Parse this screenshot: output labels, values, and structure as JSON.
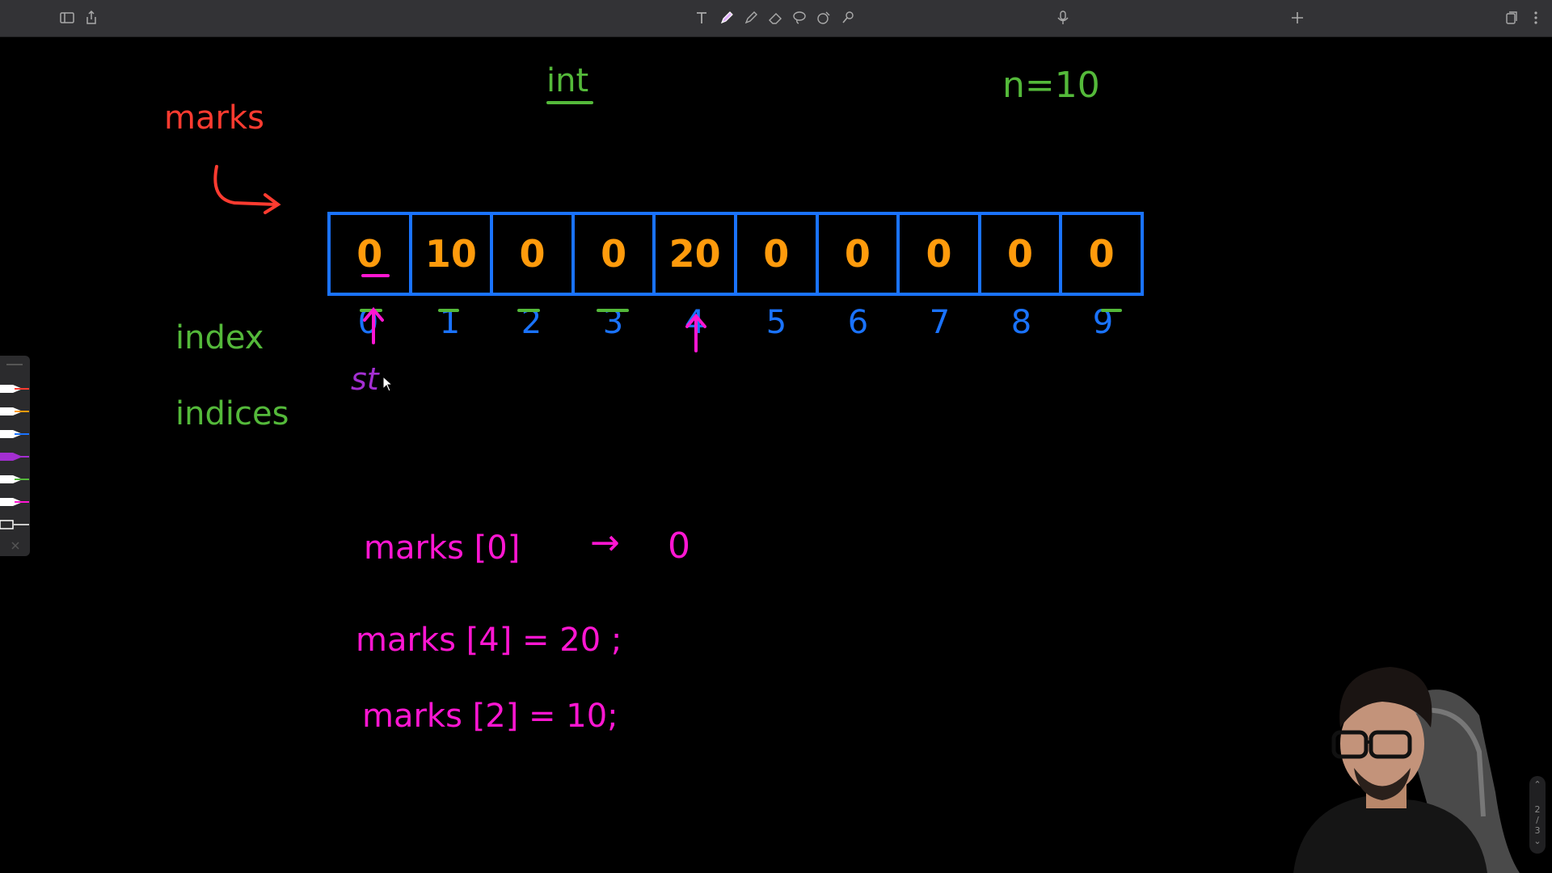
{
  "toolbar": {
    "left_icons": [
      "sidebar-icon",
      "share-icon"
    ],
    "tools": [
      "text-tool-icon",
      "pen-tool-icon",
      "pencil-tool-icon",
      "eraser-tool-icon",
      "lasso-tool-icon",
      "shapes-tool-icon",
      "highlighter-tool-icon"
    ],
    "mic_icon": "microphone-icon",
    "add_icon": "plus-icon",
    "right_icons": [
      "pages-icon",
      "more-icon"
    ]
  },
  "board": {
    "label_marks": "marks",
    "label_int": "int",
    "label_n": "n=10",
    "label_index": "index",
    "label_indices": "indices",
    "partial_text": "st",
    "array_cells": [
      "0",
      "10",
      "0",
      "0",
      "20",
      "0",
      "0",
      "0",
      "0",
      "0"
    ],
    "indices": [
      "0",
      "1",
      "2",
      "3",
      "4",
      "5",
      "6",
      "7",
      "8",
      "9"
    ],
    "line1_left": "marks [0]",
    "line1_arrow": "→",
    "line1_right": "0",
    "line2": "marks [4] = 20 ;",
    "line3": "marks [2] = 10;"
  },
  "pen_colors": [
    "#ff3b30",
    "#ff9b0c",
    "#1a73ff",
    "#a32fd1",
    "#54b93a",
    "#ff16d2",
    "#ffffff"
  ],
  "page_scroller": {
    "current": "2",
    "total": "3"
  }
}
